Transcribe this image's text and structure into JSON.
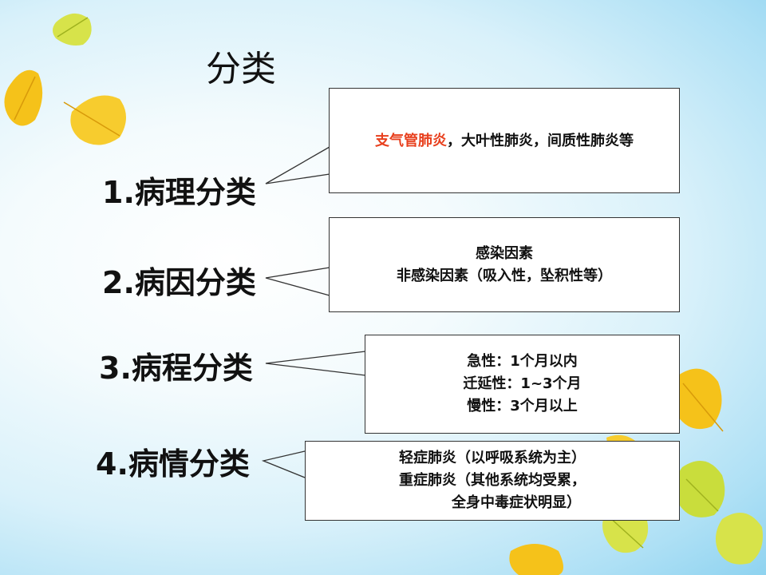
{
  "title": "分类",
  "categories": [
    {
      "label": "1.病理分类",
      "box_lines": [
        {
          "highlight": "支气管肺炎",
          "rest": "，大叶性肺炎，间质性肺炎等"
        }
      ]
    },
    {
      "label": "2.病因分类",
      "box_lines": [
        "感染因素",
        "非感染因素（吸入性，坠积性等）"
      ]
    },
    {
      "label": "3.病程分类",
      "box_lines": [
        "急性：1个月以内",
        "迁延性：1~3个月",
        "慢性：3个月以上"
      ]
    },
    {
      "label": "4.病情分类",
      "box_lines": [
        "轻症肺炎（以呼吸系统为主）",
        "重症肺炎（其他系统均受累，",
        "全身中毒症状明显）"
      ]
    }
  ],
  "colors": {
    "highlight": "#e8401e",
    "leaf_yellow": "#f5c21a",
    "leaf_green": "#c9dd3c"
  }
}
